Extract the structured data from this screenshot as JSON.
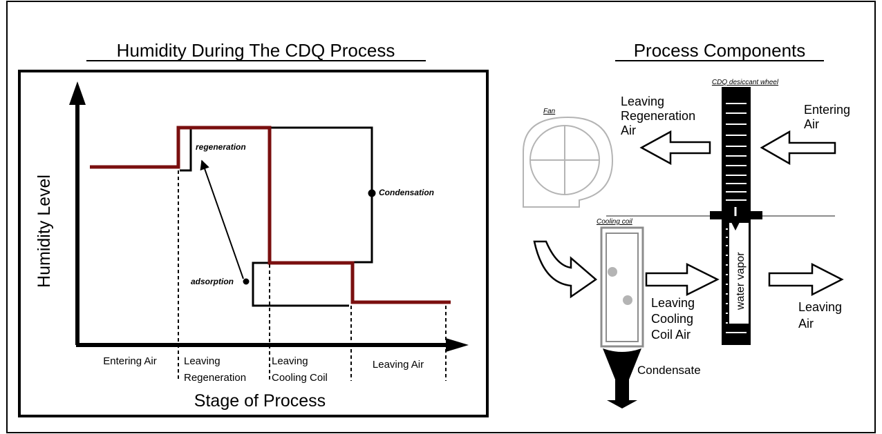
{
  "left_panel": {
    "title": "Humidity During The CDQ Process",
    "y_axis_label": "Humidity Level",
    "x_axis_label": "Stage of Process",
    "stages": {
      "entering_air": "Entering Air",
      "leaving_regeneration": [
        "Leaving",
        "Regeneration"
      ],
      "leaving_cooling_coil": [
        "Leaving",
        "Cooling Coil"
      ],
      "leaving_air": "Leaving Air"
    },
    "annotations": {
      "regeneration": "regeneration",
      "condensation": "Condensation",
      "adsorption": "adsorption"
    }
  },
  "right_panel": {
    "title": "Process Components",
    "fan_label": "Fan",
    "wheel_label": "CDQ desiccant wheel",
    "cooling_coil_label": "Cooling coil",
    "leaving_regeneration_air": [
      "Leaving",
      "Regeneration",
      "Air"
    ],
    "entering_air": [
      "Entering",
      "Air"
    ],
    "water_vapor": "water vapor",
    "leaving_cooling_coil_air": [
      "Leaving",
      "Cooling",
      "Coil Air"
    ],
    "leaving_air": [
      "Leaving",
      "Air"
    ],
    "condensate": "Condensate"
  },
  "colors": {
    "humidity_line": "#7a0f0f",
    "ink": "#000000",
    "fan_gray": "#b4b4b4",
    "coil_gray": "#8c8c8c"
  }
}
